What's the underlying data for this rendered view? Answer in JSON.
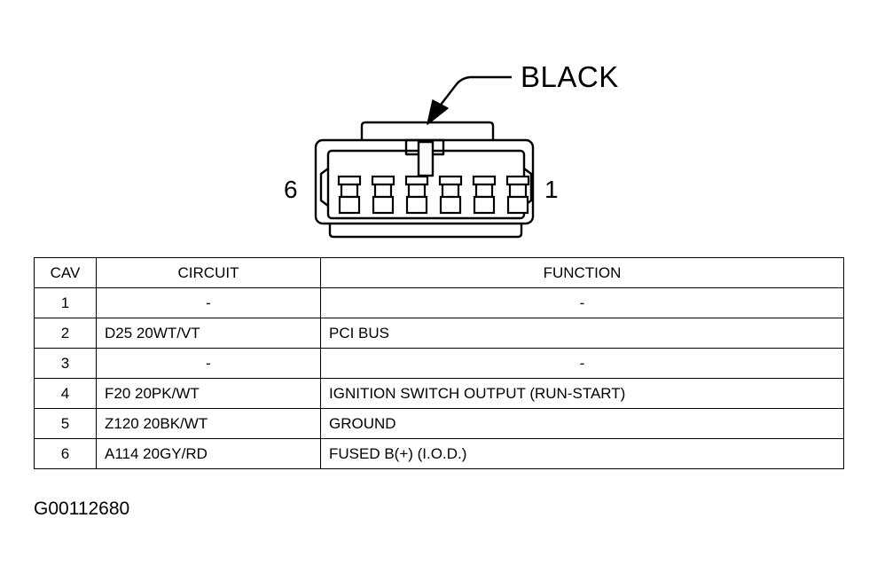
{
  "connector": {
    "color_label": "BLACK",
    "pin_left": "6",
    "pin_right": "1",
    "terminal_count": 6
  },
  "table": {
    "headers": {
      "cav": "CAV",
      "circuit": "CIRCUIT",
      "function": "FUNCTION"
    },
    "rows": [
      {
        "cav": "1",
        "circuit": "-",
        "function": "-"
      },
      {
        "cav": "2",
        "circuit": "D25 20WT/VT",
        "function": "PCI BUS"
      },
      {
        "cav": "3",
        "circuit": "-",
        "function": "-"
      },
      {
        "cav": "4",
        "circuit": "F20 20PK/WT",
        "function": "IGNITION SWITCH OUTPUT (RUN-START)"
      },
      {
        "cav": "5",
        "circuit": "Z120 20BK/WT",
        "function": "GROUND"
      },
      {
        "cav": "6",
        "circuit": "A114 20GY/RD",
        "function": "FUSED B(+) (I.O.D.)"
      }
    ]
  },
  "figure_id": "G00112680"
}
